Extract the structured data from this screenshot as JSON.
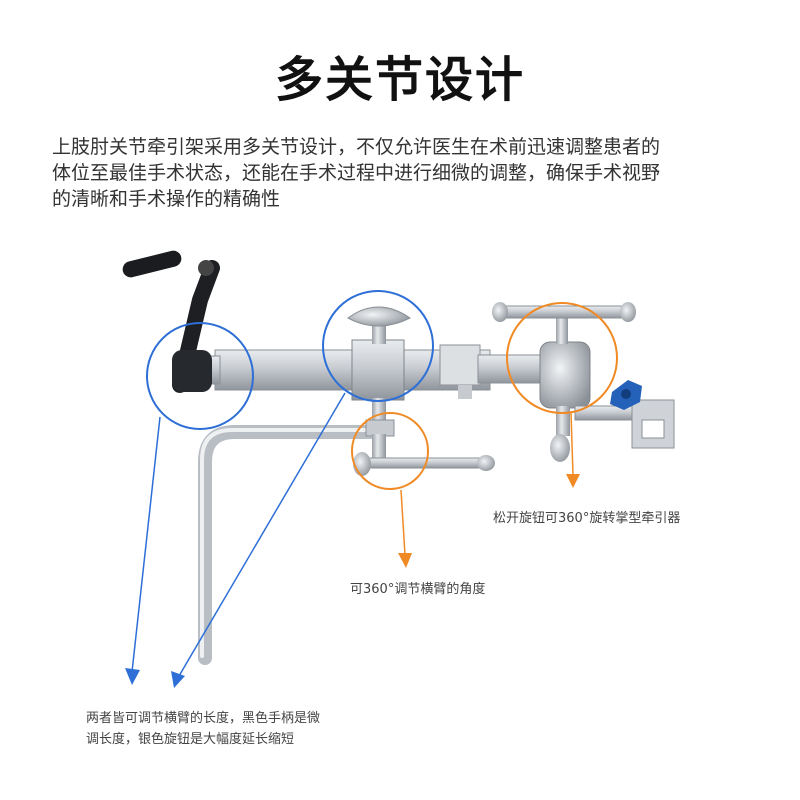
{
  "title": "多关节设计",
  "intro": {
    "lines": [
      "上肢肘关节牵引架采用多关节设计，不仅允许医生在术前迅速调整患者的",
      "体位至最佳手术状态，还能在手术过程中进行细微的调整，确保手术视野",
      "的清晰和手术操作的精确性"
    ]
  },
  "callouts": {
    "right_knob": "松开旋钮可360°旋转掌型牵引器",
    "middle_joint": "可360°调节横臂的角度"
  },
  "bottom_note": {
    "lines": [
      "两者皆可调节横臂的长度，黑色手柄是微",
      "调长度，银色旋钮是大幅度延长缩短"
    ]
  },
  "colors": {
    "blue_circle": "#2d6fd6",
    "orange_circle": "#f08a24",
    "arrow_blue": "#2d6fd6",
    "arrow_orange": "#f08a24"
  }
}
